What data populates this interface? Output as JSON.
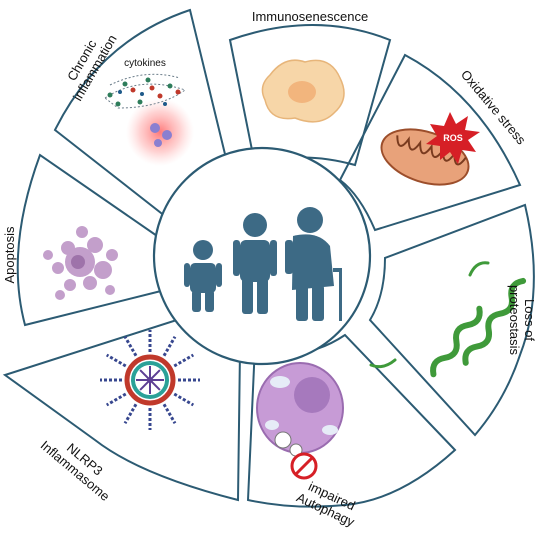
{
  "diagram": {
    "outline_color": "#2c5b73",
    "figure_color": "#3d6a85",
    "center_label": "",
    "segments": [
      {
        "id": "immunosenescence",
        "label": "Immunosenescence",
        "icon": "senescent-cell-icon"
      },
      {
        "id": "oxidative-stress",
        "label": "Oxidative stress",
        "badge": "ROS",
        "icon": "mitochondrion-icon"
      },
      {
        "id": "loss-of-proteostasis",
        "label_lines": [
          "Loss of",
          "proteostasis"
        ],
        "icon": "protein-helix-icon"
      },
      {
        "id": "impaired-autophagy",
        "label_lines": [
          "impaired",
          "Autophagy"
        ],
        "icon": "autophagic-cell-icon"
      },
      {
        "id": "nlrp3-inflammasome",
        "label_lines": [
          "NLRP3",
          "Inflammasome"
        ],
        "icon": "inflammasome-icon"
      },
      {
        "id": "apoptosis",
        "label": "Apoptosis",
        "icon": "apoptotic-cell-icon"
      },
      {
        "id": "chronic-inflammation",
        "label_lines": [
          "Chronic",
          "inflammation"
        ],
        "sublabel": "cytokines",
        "icon": "cytokine-network-icon"
      }
    ],
    "people": [
      "child-figure-icon",
      "adult-figure-icon",
      "elderly-figure-icon"
    ]
  }
}
